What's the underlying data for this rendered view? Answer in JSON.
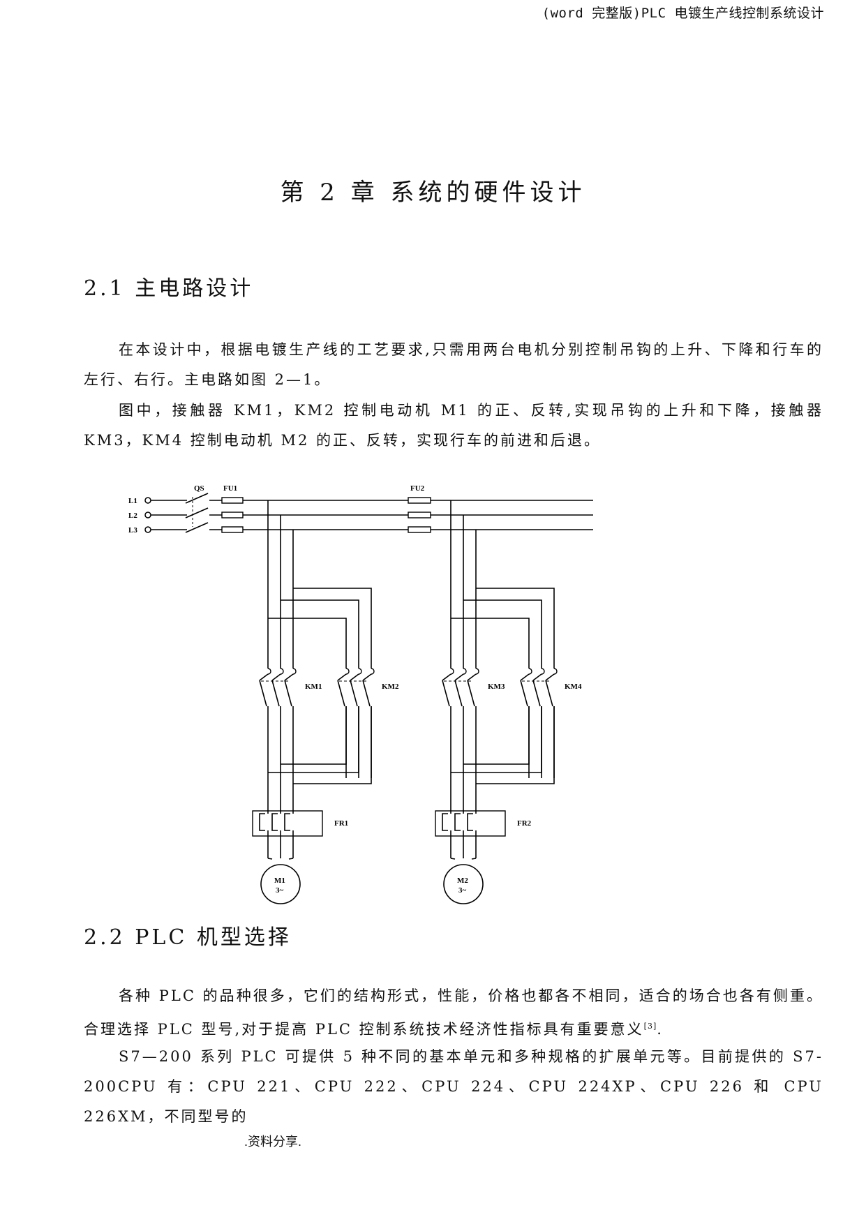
{
  "header": {
    "text": "(word 完整版)PLC 电镀生产线控制系统设计"
  },
  "chapter": {
    "title": "第 2 章  系统的硬件设计"
  },
  "section1": {
    "heading": "2.1  主电路设计",
    "para1": "在本设计中，根据电镀生产线的工艺要求,只需用两台电机分别控制吊钩的上升、下降和行车的左行、右行。主电路如图 2—1。",
    "para2": "图中，接触器 KM1，KM2 控制电动机 M1 的正、反转,实现吊钩的上升和下降，接触器 KM3，KM4 控制电动机 M2 的正、反转，实现行车的前进和后退。"
  },
  "diagram": {
    "line_labels": [
      "L1",
      "L2",
      "L3"
    ],
    "switch_label": "QS",
    "fuse_labels": [
      "FU1",
      "FU2"
    ],
    "contactor_labels": [
      "KM1",
      "KM2",
      "KM3",
      "KM4"
    ],
    "relay_labels": [
      "FR1",
      "FR2"
    ],
    "motors": [
      {
        "name": "M1",
        "phase": "3~"
      },
      {
        "name": "M2",
        "phase": "3~"
      }
    ]
  },
  "section2": {
    "heading": "2.2  PLC 机型选择",
    "para1": "各种 PLC 的品种很多，它们的结构形式，性能，价格也都各不相同，适合的场合也各有侧重。合理选择 PLC 型号,对于提高 PLC 控制系统技术经济性指标具有重要意义",
    "para1_ref": "[3]",
    "para1_end": ".",
    "para2": "S7—200 系列 PLC 可提供 5 种不同的基本单元和多种规格的扩展单元等。目前提供的 S7-200CPU 有：CPU 221、CPU 222、CPU 224、CPU 224XP、CPU 226 和 CPU 226XM，不同型号的"
  },
  "footer": {
    "text": ".资料分享."
  }
}
